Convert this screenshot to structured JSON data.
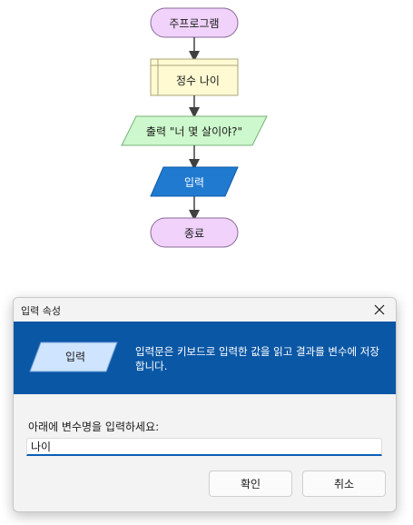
{
  "flowchart": {
    "start": "주프로그램",
    "declare": "정수 나이",
    "output": "출력 \"너 몇 살이야?\"",
    "input": "입력",
    "end": "종료",
    "colors": {
      "terminal_fill": "#f0d2fb",
      "terminal_stroke": "#8a6a97",
      "declare_fill": "#fffad2",
      "declare_stroke": "#a8a47a",
      "output_fill": "#cdf7cc",
      "output_stroke": "#79b27a",
      "input_fill": "#1f7ad0",
      "input_stroke": "#0e5ca8",
      "arrow": "#404040"
    }
  },
  "dialog": {
    "title": "입력 속성",
    "close_symbol": "✕",
    "banner": {
      "shape_label": "입력",
      "description": "입력문은 키보드로 입력한 값을 읽고 결과를 변수에 저장합니다.",
      "color": "#0a57a5"
    },
    "prompt": "아래에 변수명을 입력하세요:",
    "input_value": "나이",
    "ok_label": "확인",
    "cancel_label": "취소"
  }
}
